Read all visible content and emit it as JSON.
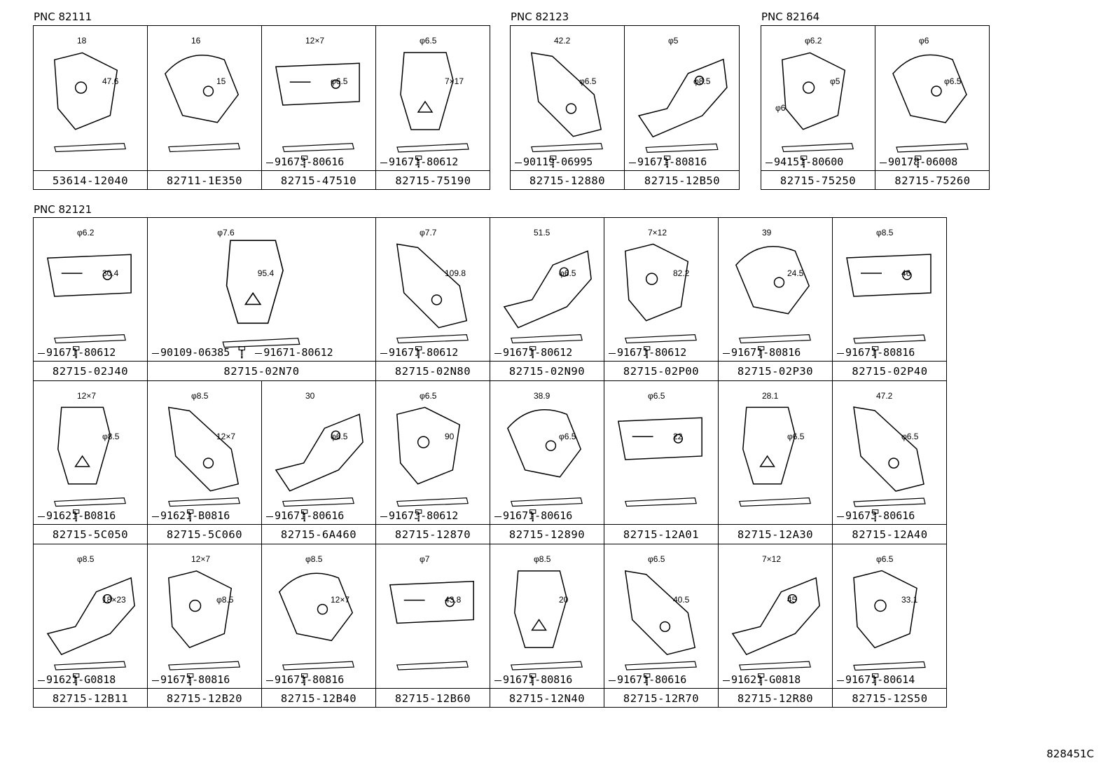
{
  "doc_code": "828451C",
  "groups": [
    {
      "pnc": "PNC 82111",
      "cells": [
        {
          "part": "53614-12040",
          "fastener": "",
          "dims": [
            "18",
            "47.6"
          ]
        },
        {
          "part": "82711-1E350",
          "fastener": "",
          "dims": [
            "16",
            "15"
          ]
        },
        {
          "part": "82715-47510",
          "fastener": "91673-80616",
          "dims": [
            "12×7",
            "φ6.5"
          ]
        },
        {
          "part": "82715-75190",
          "fastener": "91671-80612",
          "dims": [
            "φ6.5",
            "7×17"
          ]
        }
      ]
    },
    {
      "pnc": "PNC 82123",
      "cells": [
        {
          "part": "82715-12880",
          "fastener": "90119-06995",
          "dims": [
            "42.2",
            "φ6.5"
          ]
        },
        {
          "part": "82715-12B50",
          "fastener": "91671-80816",
          "dims": [
            "φ5",
            "φ8.5"
          ]
        }
      ]
    },
    {
      "pnc": "PNC 82164",
      "cells": [
        {
          "part": "82715-75250",
          "fastener": "94151-80600",
          "dims": [
            "φ6.2",
            "φ5",
            "φ6"
          ]
        },
        {
          "part": "82715-75260",
          "fastener": "90178-06008",
          "dims": [
            "φ6",
            "φ6.5"
          ]
        }
      ]
    },
    {
      "pnc": "PNC 82121",
      "cells": [
        {
          "part": "82715-02J40",
          "fastener": "91671-80612",
          "dims": [
            "φ6.2",
            "30.4"
          ]
        },
        {
          "part": "82715-02N70",
          "fastener": "90109-06385",
          "fastener2": "91671-80612",
          "dims": [
            "φ7.6",
            "95.4"
          ],
          "span": 2
        },
        {
          "part": "82715-02N80",
          "fastener": "91671-80612",
          "dims": [
            "φ7.7",
            "109.8"
          ]
        },
        {
          "part": "82715-02N90",
          "fastener": "91671-80612",
          "dims": [
            "51.5",
            "φ6.5"
          ]
        },
        {
          "part": "82715-02P00",
          "fastener": "91671-80612",
          "dims": [
            "7×12",
            "82.2"
          ]
        },
        {
          "part": "82715-02P30",
          "fastener": "91671-80816",
          "dims": [
            "39",
            "24.5"
          ]
        },
        {
          "part": "82715-02P40",
          "fastener": "91671-80816",
          "dims": [
            "φ8.5",
            "46"
          ]
        },
        {
          "part": "82715-5C050",
          "fastener": "91621-B0816",
          "dims": [
            "12×7",
            "φ8.5"
          ]
        },
        {
          "part": "82715-5C060",
          "fastener": "91621-B0816",
          "dims": [
            "φ8.5",
            "12×7"
          ]
        },
        {
          "part": "82715-6A460",
          "fastener": "91671-80616",
          "dims": [
            "30",
            "φ6.5"
          ]
        },
        {
          "part": "82715-12870",
          "fastener": "91673-80612",
          "dims": [
            "φ6.5",
            "90"
          ]
        },
        {
          "part": "82715-12890",
          "fastener": "91671-80616",
          "dims": [
            "38.9",
            "φ6.5"
          ]
        },
        {
          "part": "82715-12A01",
          "fastener": "",
          "dims": [
            "φ6.5",
            "22"
          ]
        },
        {
          "part": "82715-12A30",
          "fastener": "",
          "dims": [
            "28.1",
            "φ6.5"
          ]
        },
        {
          "part": "82715-12A40",
          "fastener": "91673-80616",
          "dims": [
            "47.2",
            "φ6.5"
          ]
        },
        {
          "part": "82715-12B11",
          "fastener": "91621-G0818",
          "dims": [
            "φ8.5",
            "18×23"
          ]
        },
        {
          "part": "82715-12B20",
          "fastener": "91671-80816",
          "dims": [
            "12×7",
            "φ8.5"
          ]
        },
        {
          "part": "82715-12B40",
          "fastener": "91671-80816",
          "dims": [
            "φ8.5",
            "12×7"
          ]
        },
        {
          "part": "82715-12B60",
          "fastener": "",
          "dims": [
            "φ7",
            "43.8"
          ]
        },
        {
          "part": "82715-12N40",
          "fastener": "91671-80816",
          "dims": [
            "φ8.5",
            "20"
          ]
        },
        {
          "part": "82715-12R70",
          "fastener": "91671-80616",
          "dims": [
            "φ6.5",
            "40.5"
          ]
        },
        {
          "part": "82715-12R80",
          "fastener": "91621-G0818",
          "dims": [
            "7×12",
            "45"
          ]
        },
        {
          "part": "82715-12S50",
          "fastener": "91671-80614",
          "dims": [
            "φ6.5",
            "33.1"
          ]
        }
      ]
    }
  ]
}
